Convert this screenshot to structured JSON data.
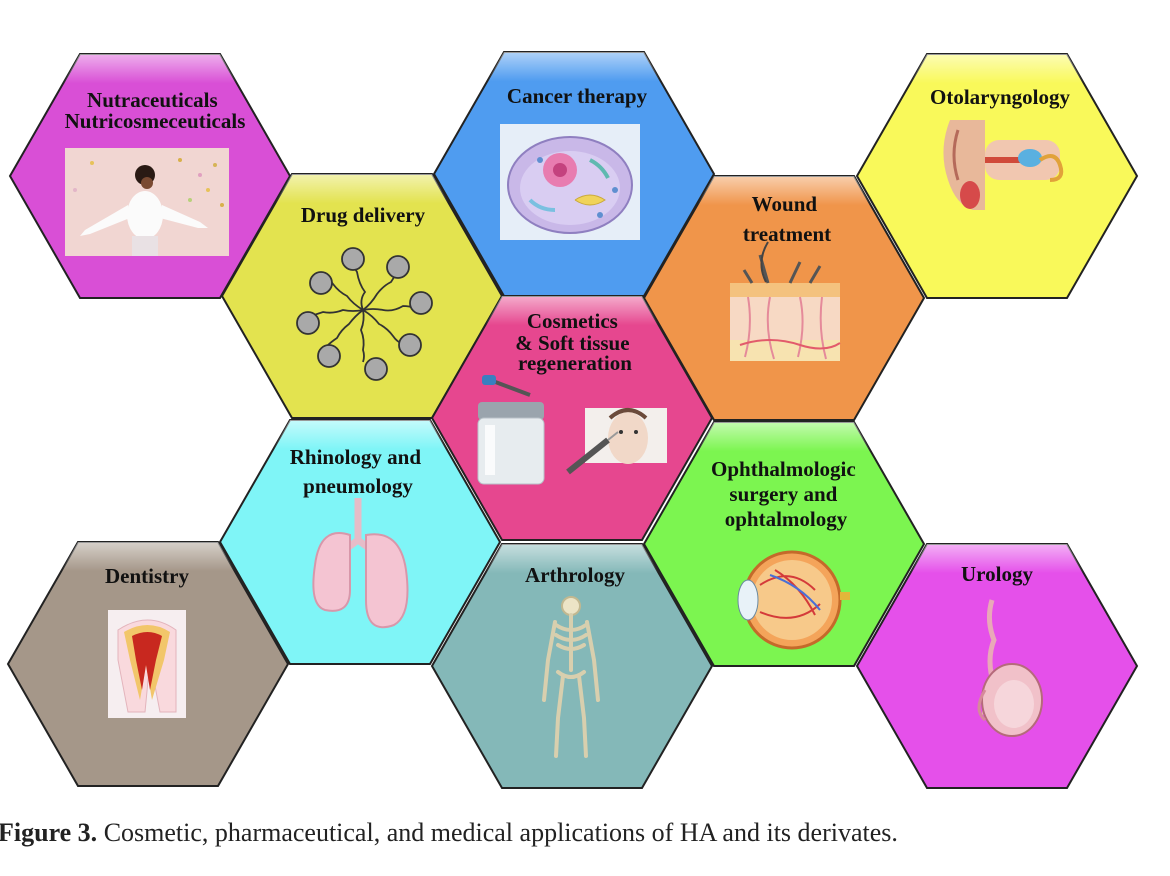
{
  "figure": {
    "caption_label": "Figure 3.",
    "caption_text": "Cosmetic, pharmaceutical, and medical applications of HA and its derivates.",
    "tiles": [
      {
        "id": "nutraceuticals",
        "label_lines": [
          "Nutraceuticals",
          "Nutricosmeceuticals"
        ],
        "color": "#d94fd6",
        "icon": "woman-photo-icon"
      },
      {
        "id": "drug-delivery",
        "label_lines": [
          "Drug delivery"
        ],
        "color": "#e3e34f",
        "icon": "micelle-icon"
      },
      {
        "id": "cancer-therapy",
        "label_lines": [
          "Cancer therapy"
        ],
        "color": "#4f9cf0",
        "icon": "cell-icon"
      },
      {
        "id": "wound-treatment",
        "label_lines": [
          "Wound",
          "treatment"
        ],
        "color": "#f0954a",
        "icon": "skin-layers-icon"
      },
      {
        "id": "otolaryngology",
        "label_lines": [
          "Otolaryngology"
        ],
        "color": "#f9f95a",
        "icon": "ear-icon"
      },
      {
        "id": "cosmetics",
        "label_lines": [
          "Cosmetics",
          "& Soft tissue",
          "regeneration"
        ],
        "color": "#e6478f",
        "icon": "cosmetic-jar-icon"
      },
      {
        "id": "rhinology",
        "label_lines": [
          "Rhinology and",
          "pneumology"
        ],
        "color": "#7ff5f7",
        "icon": "lungs-icon"
      },
      {
        "id": "ophthalmology",
        "label_lines": [
          "Ophthalmologic",
          "surgery and",
          "ophtalmology"
        ],
        "color": "#7cf550",
        "icon": "eye-icon"
      },
      {
        "id": "dentistry",
        "label_lines": [
          "Dentistry"
        ],
        "color": "#a59789",
        "icon": "tooth-icon"
      },
      {
        "id": "arthrology",
        "label_lines": [
          "Arthrology"
        ],
        "color": "#84b8b8",
        "icon": "skeleton-icon"
      },
      {
        "id": "urology",
        "label_lines": [
          "Urology"
        ],
        "color": "#e550ea",
        "icon": "testis-icon"
      }
    ]
  }
}
